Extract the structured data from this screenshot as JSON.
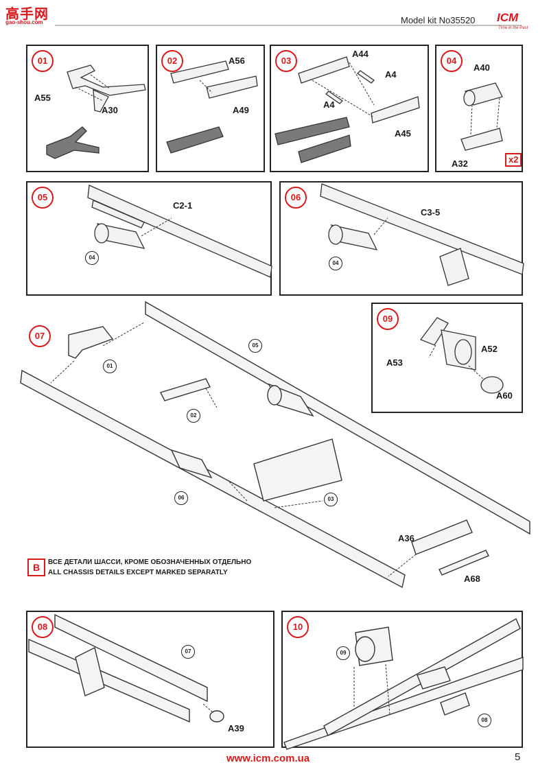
{
  "header": {
    "logo_cn": "高手网",
    "logo_url": "gao-shou.com",
    "model_kit": "Model kit No35520",
    "brand": "ICM",
    "brand_tagline": "Time in the Past"
  },
  "steps": {
    "s01": {
      "num": "01",
      "labels": [
        "A55",
        "A30"
      ]
    },
    "s02": {
      "num": "02",
      "labels": [
        "A56",
        "A49"
      ]
    },
    "s03": {
      "num": "03",
      "labels": [
        "A44",
        "A4",
        "A4",
        "A45"
      ]
    },
    "s04": {
      "num": "04",
      "labels": [
        "A40",
        "A32"
      ],
      "multiplier": "x2"
    },
    "s05": {
      "num": "05",
      "labels": [
        "C2-1"
      ],
      "refs": [
        "04"
      ]
    },
    "s06": {
      "num": "06",
      "labels": [
        "C3-5"
      ],
      "refs": [
        "04"
      ]
    },
    "s07": {
      "num": "07",
      "labels": [
        "A36",
        "A68"
      ],
      "refs": [
        "01",
        "05",
        "02",
        "06",
        "03"
      ]
    },
    "s08": {
      "num": "08",
      "labels": [
        "A39"
      ],
      "refs": [
        "07"
      ]
    },
    "s09": {
      "num": "09",
      "labels": [
        "A52",
        "A53",
        "A60"
      ]
    },
    "s10": {
      "num": "10",
      "refs": [
        "09",
        "08"
      ]
    }
  },
  "note": {
    "badge": "B",
    "line_ru": "ВСЕ ДЕТАЛИ ШАССИ, КРОМЕ ОБОЗНАЧЕННЫХ ОТДЕЛЬНО",
    "line_en": "ALL CHASSIS DETAILS EXCEPT MARKED SEPARATLY"
  },
  "footer": {
    "url": "www.icm.com.ua",
    "page": "5"
  }
}
